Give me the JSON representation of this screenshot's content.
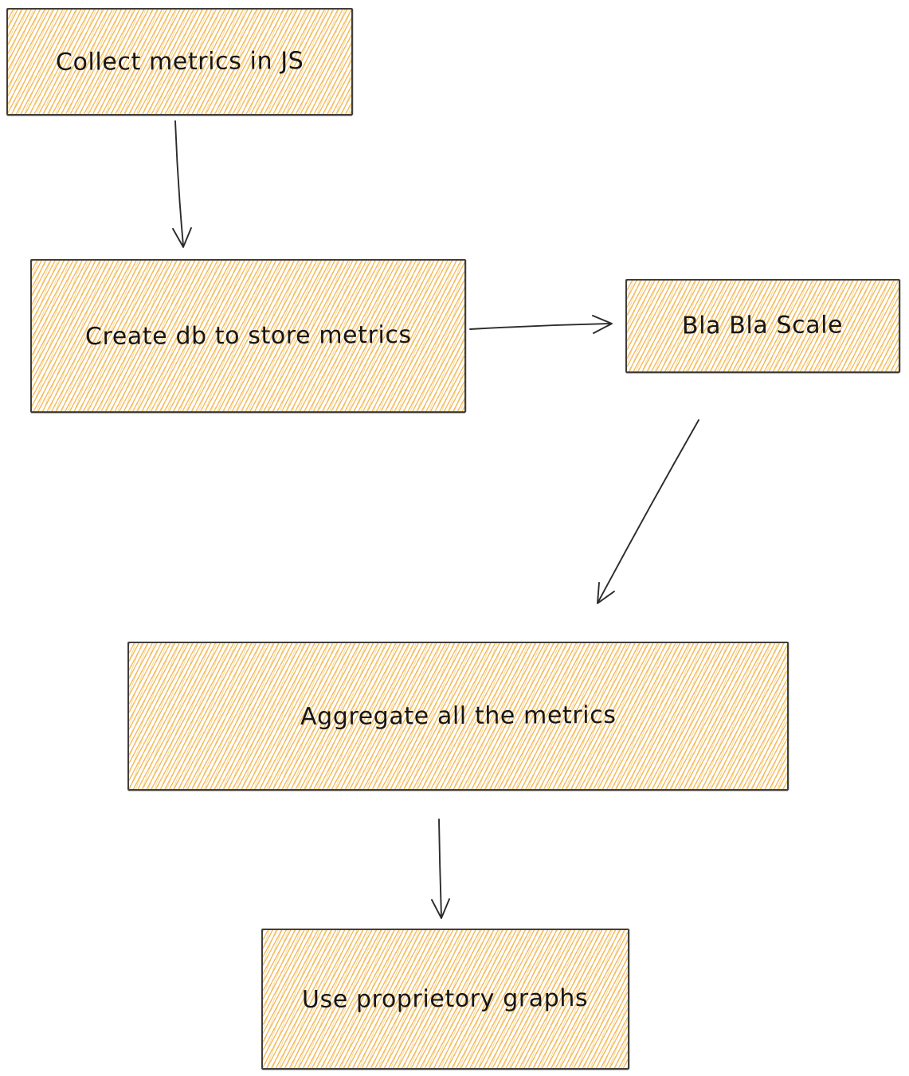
{
  "canvas": {
    "background": "#ffffff"
  },
  "palette": {
    "node_hatch_color": "#f3b858",
    "node_hatch_light": "#f9d38a",
    "node_border_color": "#403e3b",
    "arrow_color": "#2b2b2b",
    "text_color": "#161616"
  },
  "diagram": {
    "type": "flowchart",
    "style": "hand-drawn-hachure",
    "nodes": [
      {
        "id": "collect-metrics",
        "label": "Collect metrics in JS"
      },
      {
        "id": "create-db",
        "label": "Create db to store metrics"
      },
      {
        "id": "bla-bla-scale",
        "label": "Bla Bla Scale"
      },
      {
        "id": "aggregate-metrics",
        "label": "Aggregate all the metrics"
      },
      {
        "id": "use-graphs",
        "label": "Use proprietory graphs"
      }
    ],
    "edges": [
      {
        "from": "collect-metrics",
        "to": "create-db",
        "direction": "down"
      },
      {
        "from": "create-db",
        "to": "bla-bla-scale",
        "direction": "right"
      },
      {
        "from": "bla-bla-scale",
        "to": "aggregate-metrics",
        "direction": "down-left"
      },
      {
        "from": "aggregate-metrics",
        "to": "use-graphs",
        "direction": "down"
      }
    ]
  }
}
